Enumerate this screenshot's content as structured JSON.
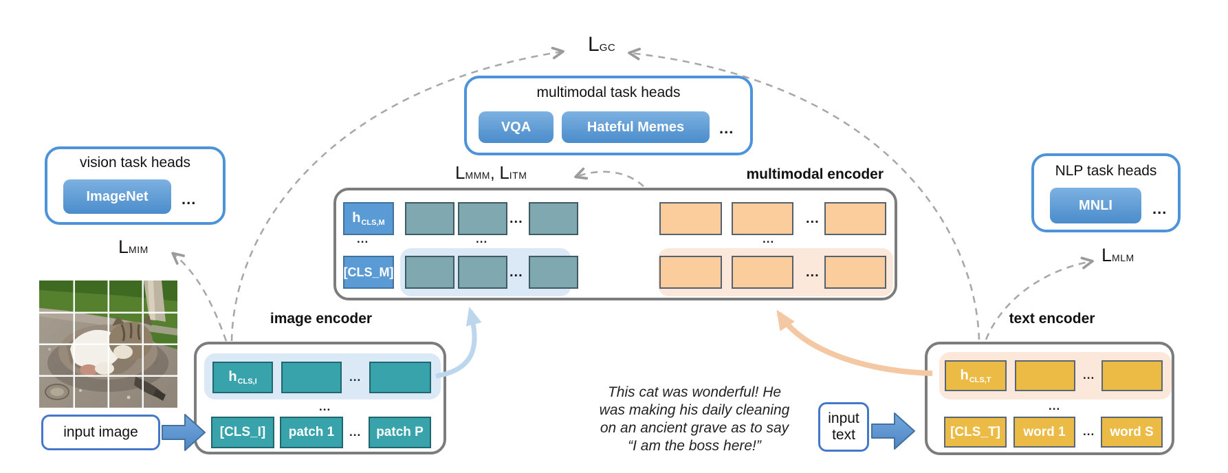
{
  "losses": {
    "gc": {
      "base": "L",
      "sub": "GC"
    },
    "mim": {
      "base": "L",
      "sub": "MIM"
    },
    "mlm": {
      "base": "L",
      "sub": "MLM"
    },
    "mmm": {
      "base": "L",
      "sub": "MMM"
    },
    "itm": {
      "base": "L",
      "sub": "ITM"
    },
    "comma": ", "
  },
  "heads": {
    "vision": {
      "title": "vision task heads",
      "btn1": "ImageNet",
      "more": "..."
    },
    "multimodal": {
      "title": "multimodal task heads",
      "btn1": "VQA",
      "btn2": "Hateful Memes",
      "more": "..."
    },
    "nlp": {
      "title": "NLP task heads",
      "btn1": "MNLI",
      "more": "..."
    }
  },
  "mm_encoder": {
    "label": "multimodal encoder",
    "h_base": "h",
    "h_sub": "CLS,M",
    "cls": "[CLS_M]",
    "dots": "..."
  },
  "img_encoder": {
    "label": "image encoder",
    "h_base": "h",
    "h_sub": "CLS,I",
    "cls": "[CLS_I]",
    "patch1": "patch 1",
    "patchP": "patch P",
    "dots": "..."
  },
  "txt_encoder": {
    "label": "text encoder",
    "h_base": "h",
    "h_sub": "CLS,T",
    "cls": "[CLS_T]",
    "word1": "word 1",
    "wordS": "word S",
    "dots": "..."
  },
  "inputs": {
    "image": "input image",
    "text_line1": "input",
    "text_line2": "text"
  },
  "caption": {
    "line1": "This cat was wonderful! He",
    "line2": "was making his daily cleaning",
    "line3": "on an ancient grave as to say",
    "line4": "“I am the boss here!”"
  },
  "colors": {
    "accent_blue": "#4d93d9",
    "button_blue_top": "#7db1e1",
    "button_blue_bottom": "#4a8ccb",
    "token_blue": "#5b9bd5",
    "teal_bright": "#38a3aa",
    "teal_muted": "#7fa8b0",
    "orange_token": "#fbcd9d",
    "yellow_token": "#ecbb46",
    "highlight_blue": "#dbe8f6",
    "highlight_orange": "#fbe8db",
    "encoder_border_gray": "#7c7c7c",
    "dash_gray": "#a8a8a8",
    "arrow_blue": "#bcd6ee",
    "arrow_orange": "#f5c8a4"
  }
}
